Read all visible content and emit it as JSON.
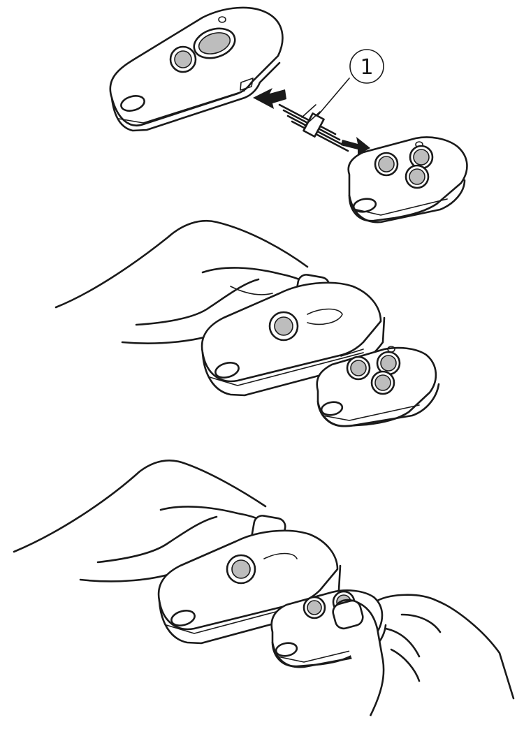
{
  "figure": {
    "callouts": [
      {
        "label": "1"
      }
    ],
    "steps": [
      {
        "icon": "remote-pairing-connect"
      },
      {
        "icon": "remote-pairing-hold-master-button"
      },
      {
        "icon": "remote-pairing-press-new-button"
      }
    ],
    "colors": {
      "line": "#1a1a1a",
      "button_fill": "#bdbdbd",
      "background": "#ffffff"
    }
  }
}
